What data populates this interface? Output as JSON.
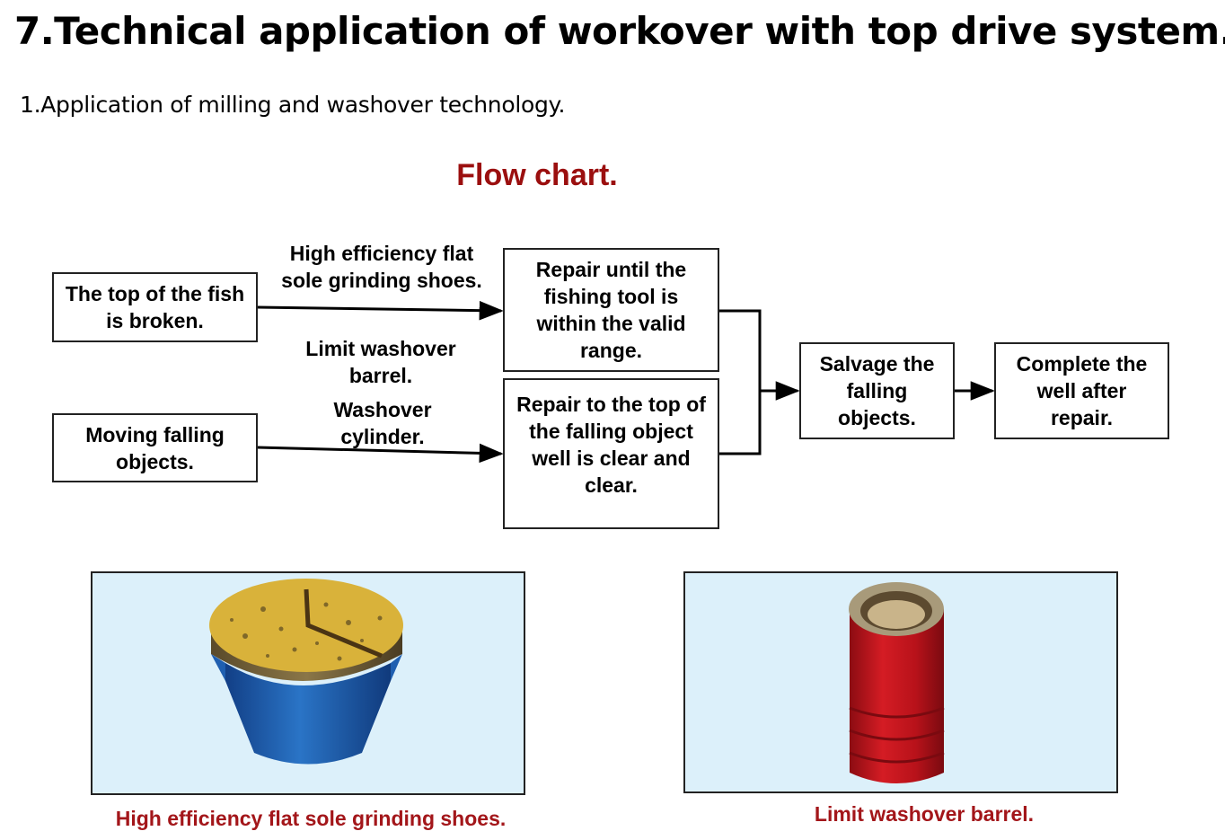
{
  "page": {
    "title": "7.Technical application of workover with top drive system.",
    "subtitle": "1.Application of milling and washover technology."
  },
  "flowchart": {
    "title": "Flow chart.",
    "nodes": {
      "fish_broken": "The top of the fish is broken.",
      "moving_objects": "Moving falling objects.",
      "repair_fishing_tool": "Repair until the fishing tool is within the valid range.",
      "repair_top_clear": "Repair to the top of the falling object well is clear and clear.",
      "salvage": "Salvage the falling objects.",
      "complete": "Complete the well after repair."
    },
    "edge_labels": {
      "upper": "High efficiency flat sole grinding shoes.",
      "lower_line1": "Limit washover barrel.",
      "lower_line2": "Washover cylinder."
    }
  },
  "photos": {
    "left_caption": "High efficiency flat sole grinding shoes.",
    "right_caption": "Limit washover barrel."
  },
  "colors": {
    "flow_title": "#9b0f0f",
    "caption": "#a3161a",
    "photo_background": "#dcf0fa",
    "mill_top": "#d9b23a",
    "mill_body": "#1f5fb0",
    "barrel_body": "#c8141e"
  }
}
